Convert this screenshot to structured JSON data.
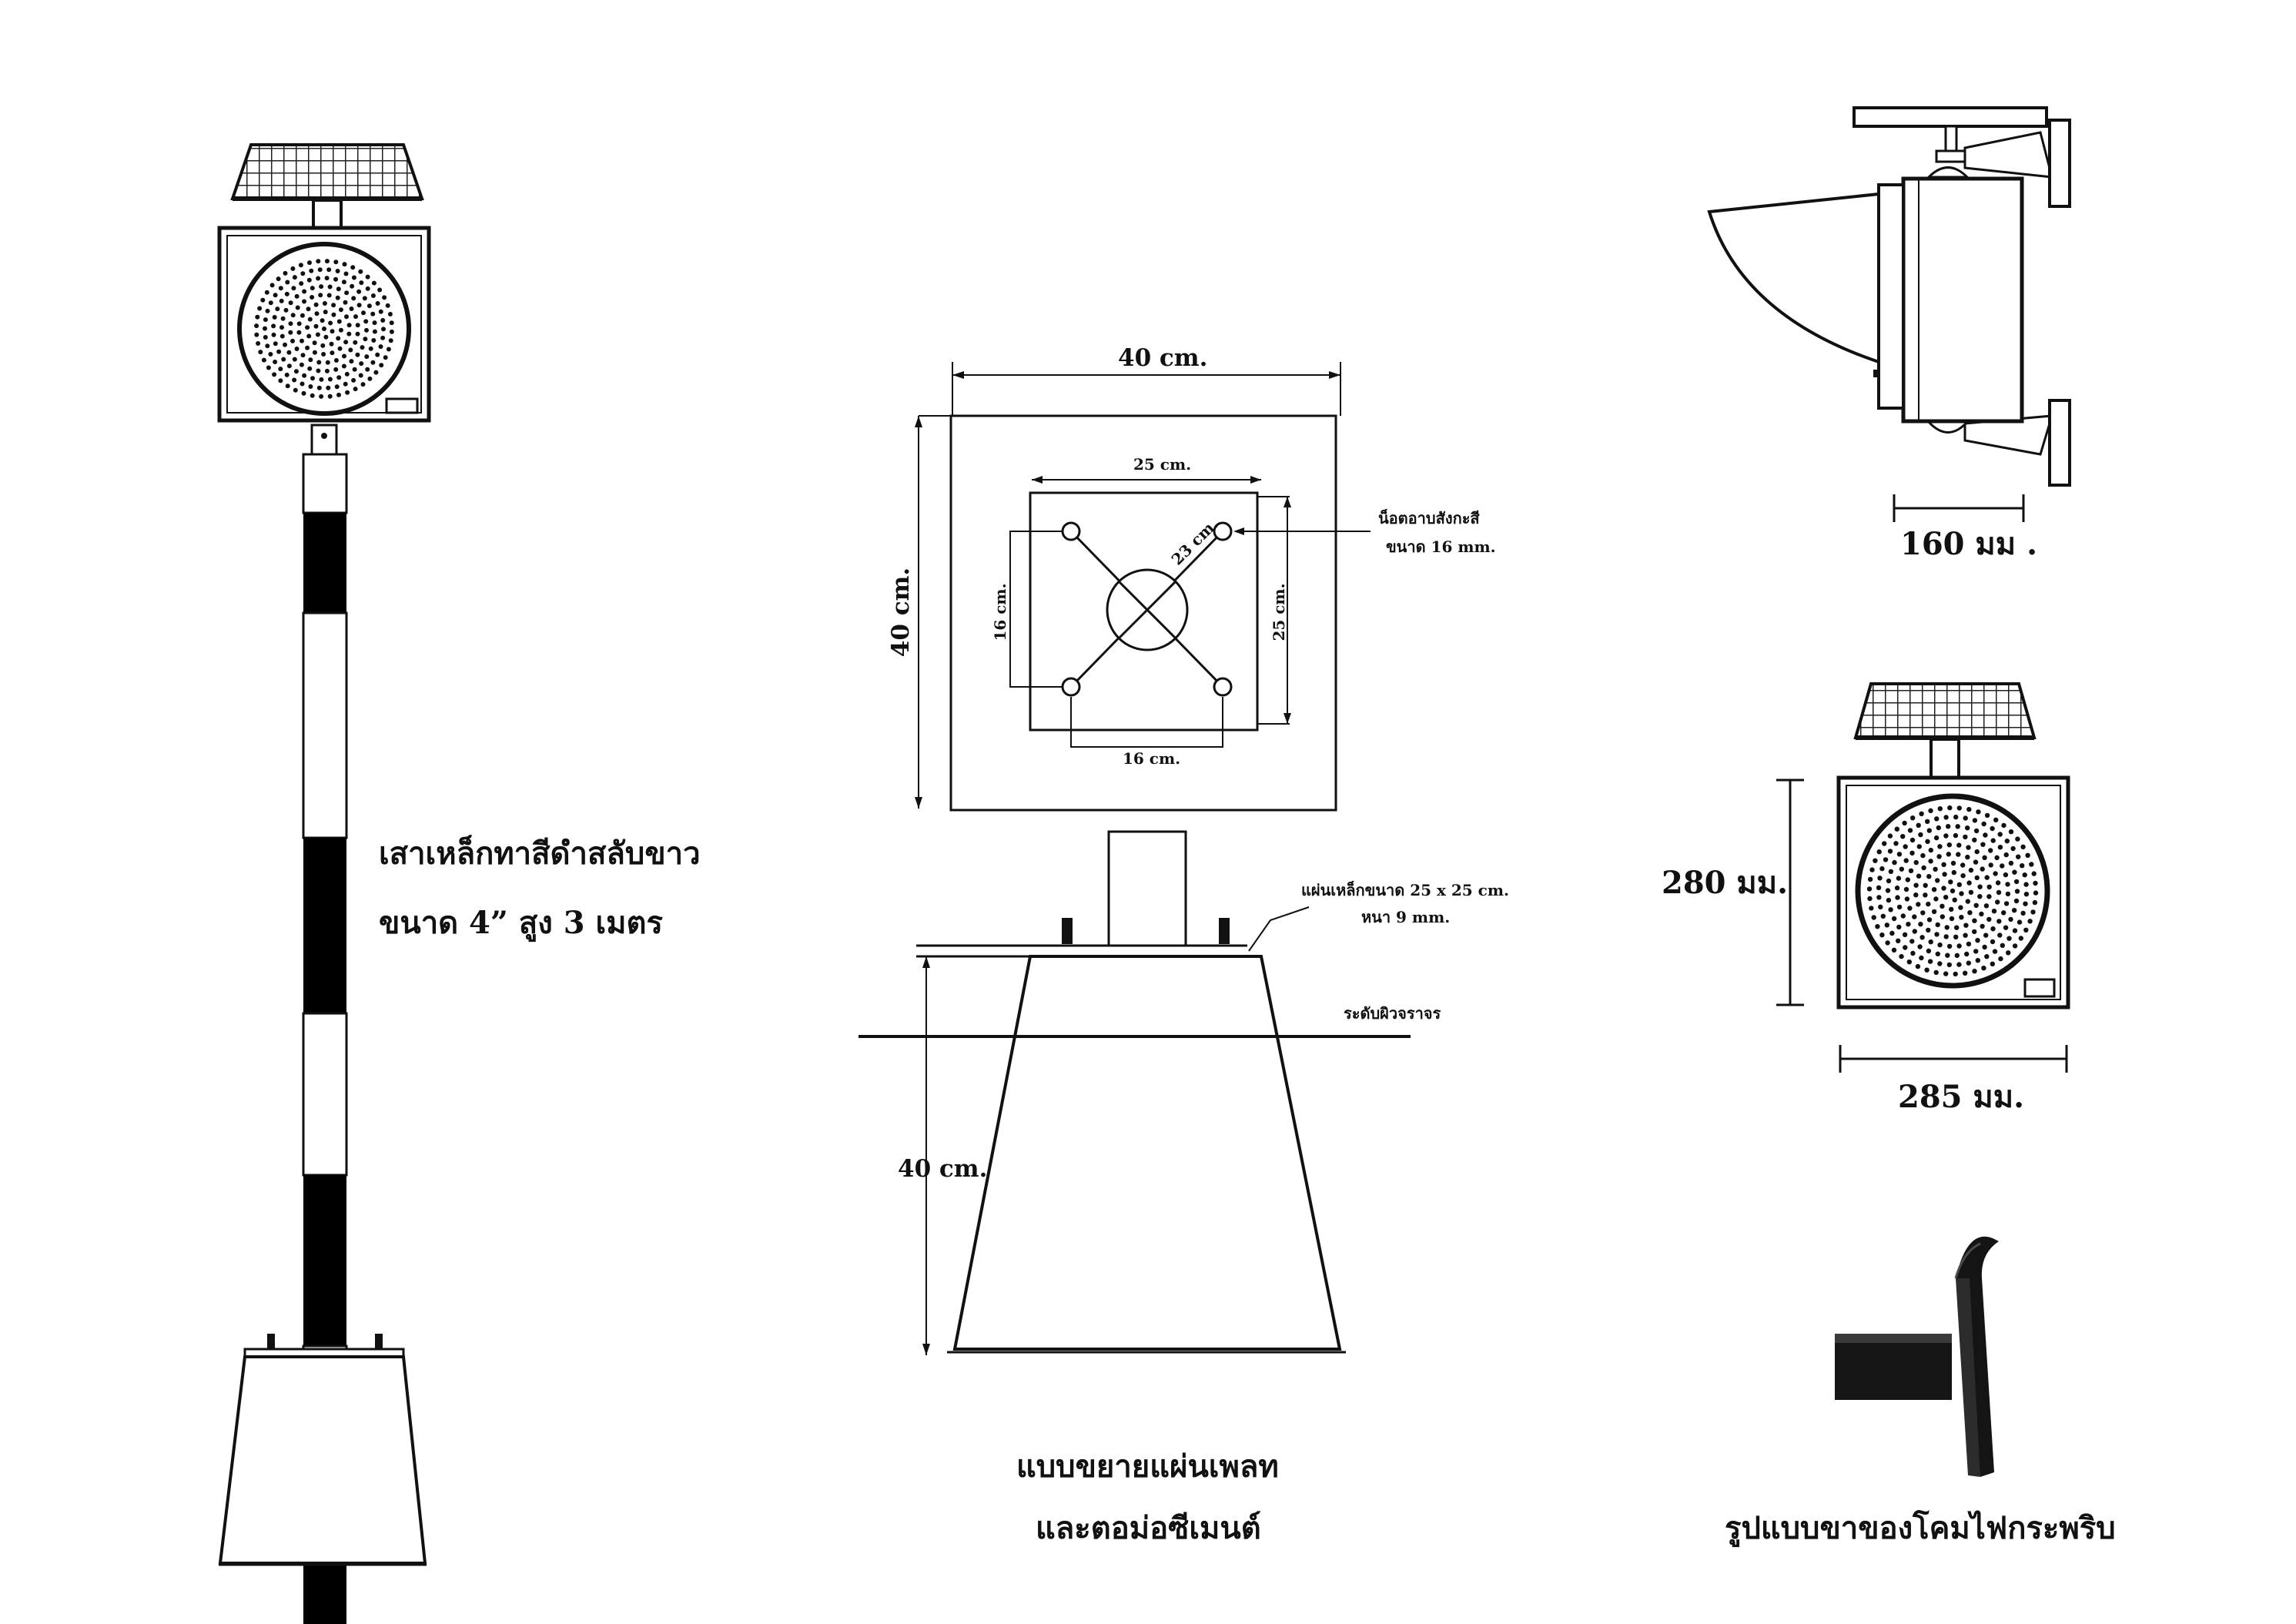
{
  "labels": {
    "pole_line1": "เสาเหล็กทาสีดำสลับขาว",
    "pole_line2": "ขนาด 4” สูง 3 เมตร",
    "plate_width": "40 cm.",
    "plate_height": "40 cm.",
    "inner_width": "25 cm.",
    "inner_height": "25 cm.",
    "hole_left": "16 cm.",
    "hole_bottom": "16 cm.",
    "diagonal": "23 cm.",
    "bolt_line1": "น็อตอาบสังกะสี",
    "bolt_line2": "ขนาด 16 mm.",
    "steel_plate_line1": "แผ่นเหล็กขนาด 25 x 25 cm.",
    "steel_plate_line2": "หนา 9 mm.",
    "road_level": "ระดับผิวจราจร",
    "base_depth": "40 cm.",
    "caption_center_1": "แบบขยายแผ่นเพลท",
    "caption_center_2": "และตอม่อซีเมนต์",
    "side_depth": "160 มม .",
    "front_height": "280 มม.",
    "front_width": "285 มม.",
    "caption_right": "รูปแบบขาของโคมไฟกระพริบ"
  }
}
